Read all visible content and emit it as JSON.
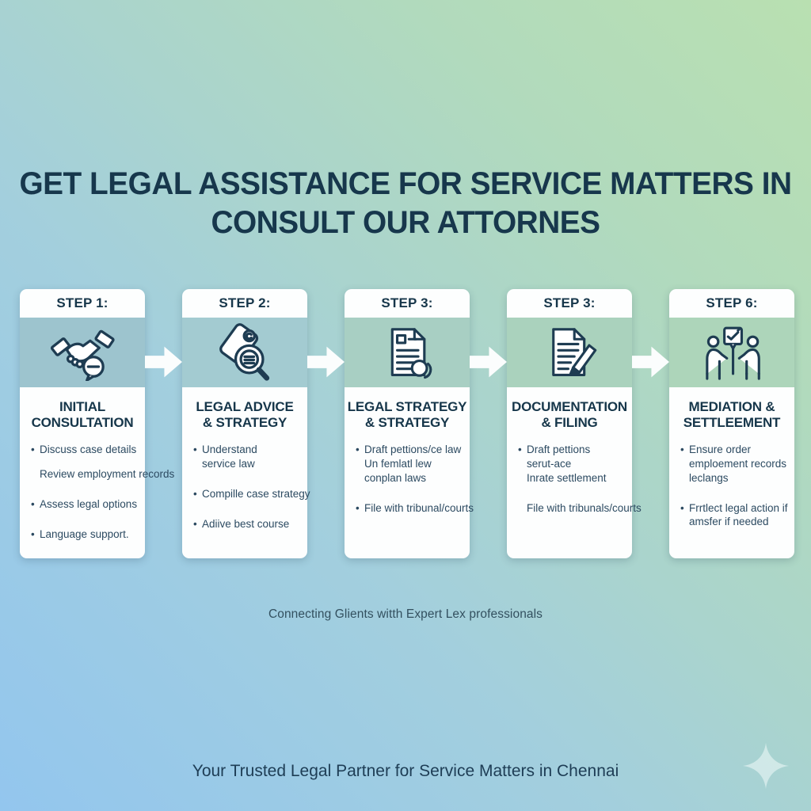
{
  "title": {
    "line1": "GET LEGAL ASSISTANCE FOR SERVICE MATTERS IN",
    "line2": "CONSULT OUR ATTORNES"
  },
  "steps": [
    {
      "header": "STEP 1:",
      "icon": "handshake-chat-icon",
      "icon_bg": "#9dc4ce",
      "title": "INITIAL\nCONSULTATION",
      "bullets": [
        {
          "text": "Discuss case details"
        },
        {
          "text": "Review employment records"
        },
        {
          "text": "Assess legal options"
        },
        {
          "text": "Language support."
        }
      ]
    },
    {
      "header": "STEP 2:",
      "icon": "document-magnifier-icon",
      "icon_bg": "#a3cbd1",
      "title": "LEGAL ADVICE\n& STRATEGY",
      "bullets": [
        {
          "text": "Understand\nservice law"
        },
        {
          "text": "Compille case strategy"
        },
        {
          "text": "Adiive best course"
        }
      ]
    },
    {
      "header": "STEP 3:",
      "icon": "document-search-icon",
      "icon_bg": "#a8cfc3",
      "title": "LEGAL STRATEGY\n& STRATEGY",
      "bullets": [
        {
          "text": "Draft pettions/ce law\nUn femlatl lew\nconplan laws"
        },
        {
          "text": "File with tribunal/courts"
        }
      ]
    },
    {
      "header": "STEP 3:",
      "icon": "document-pen-icon",
      "icon_bg": "#aad2bd",
      "title": "DOCUMENTATION\n& FILING",
      "bullets": [
        {
          "text": "Draft pettions\nserut-ace\nInrate settlement"
        },
        {
          "text": "File with tribunals/courts"
        }
      ]
    },
    {
      "header": "STEP 6:",
      "icon": "mediation-people-icon",
      "icon_bg": "#add5ba",
      "title": "MEDIATION &\nSETTLEEMENT",
      "bullets": [
        {
          "text": "Ensure order\nemploement records\nleclangs"
        },
        {
          "text": "Frrtlect legal action if\namsfer if needed"
        }
      ]
    }
  ],
  "mid_tagline": "Connecting Glients witth Expert Lex professionals",
  "footer_tagline": "Your Trusted Legal Partner for Service Matters in Chennai",
  "colors": {
    "bg_blue": "#93c6ee",
    "bg_green": "#b9e0b1",
    "navy_text": "#17374c",
    "bullet_text": "#2c4a61",
    "card_bg": "#fdfefe",
    "arrow_white": "#fbfdfd",
    "sparkle": "#d8edec"
  }
}
